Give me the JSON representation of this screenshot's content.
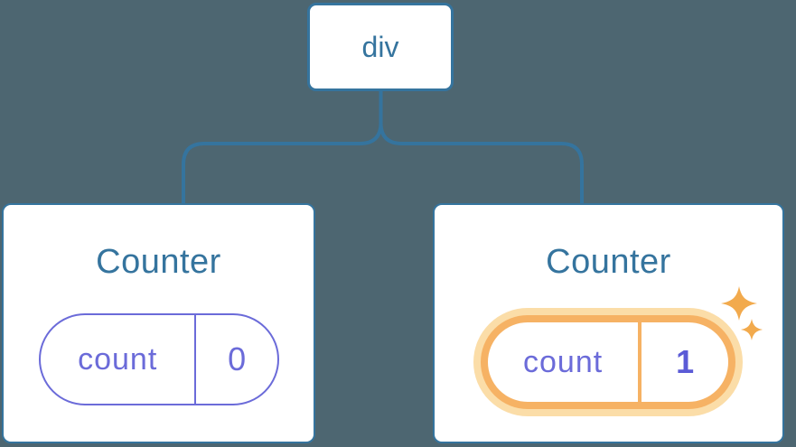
{
  "diagram": {
    "description": "React component tree diagram: div root with two Counter children and their state pills",
    "background_color": "#4D6671",
    "colors": {
      "node_border_blue": "#35749E",
      "node_text_blue": "#35749E",
      "connector_blue": "#35749E",
      "state_purple": "#6B6BD9",
      "state_value_bold_purple": "#5B5BD6",
      "highlight_orange": "#F6B264",
      "highlight_glow": "#FBDDA8",
      "sparkle_orange": "#F2AA4D",
      "node_fill": "#ffffff"
    }
  },
  "tree": {
    "root": {
      "label": "div"
    },
    "children": [
      {
        "title": "Counter",
        "highlighted": false,
        "state": {
          "key": "count",
          "value": "0"
        }
      },
      {
        "title": "Counter",
        "highlighted": true,
        "state": {
          "key": "count",
          "value": "1"
        },
        "decoration": "sparkle-icon"
      }
    ]
  }
}
